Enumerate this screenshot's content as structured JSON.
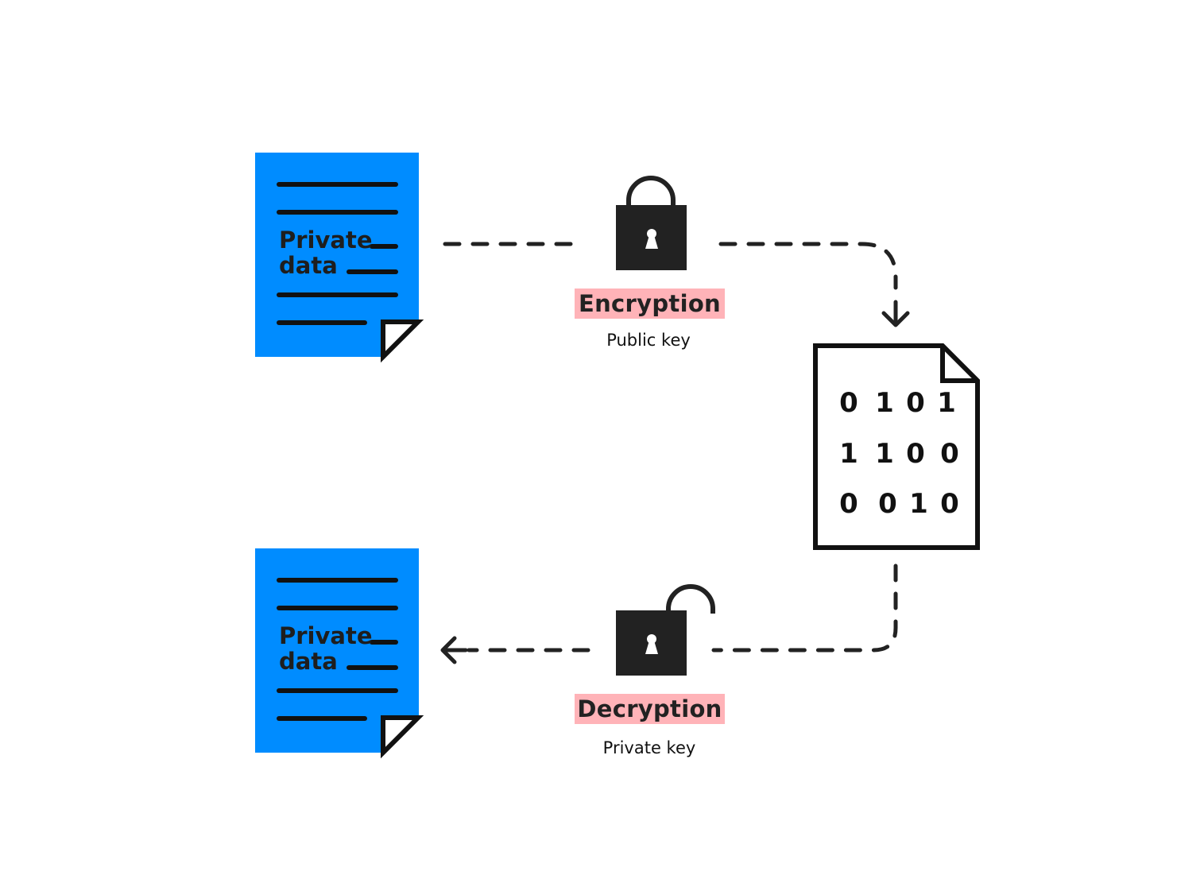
{
  "colors": {
    "document": "#008cff",
    "label_background": "#ffb3b8",
    "stroke": "#111111"
  },
  "source_document": {
    "line1": "Private",
    "line2": "data"
  },
  "result_document": {
    "line1": "Private",
    "line2": "data"
  },
  "encryption": {
    "label": "Encryption",
    "key": "Public key",
    "icon": "locked-padlock-icon"
  },
  "decryption": {
    "label": "Decryption",
    "key": "Private key",
    "icon": "unlocked-padlock-icon"
  },
  "encrypted_file": {
    "rows": [
      [
        "0",
        "1",
        "0",
        "1"
      ],
      [
        "1",
        "1",
        "0",
        "0"
      ],
      [
        "0",
        "0",
        "1",
        "0"
      ]
    ]
  }
}
